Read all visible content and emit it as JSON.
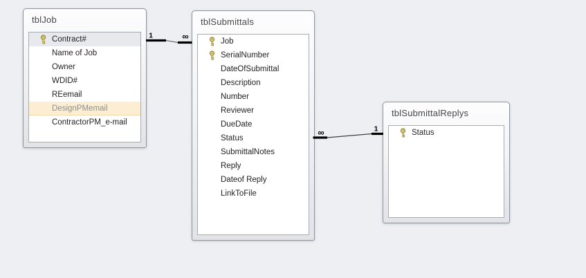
{
  "view": {
    "name": "Access Relationships view",
    "background_color": "#edeff3"
  },
  "colors": {
    "window_border": "#8d939d",
    "window_gradient_top": "#fdfdfe",
    "window_gradient_bottom": "#e1e3e7",
    "list_background": "#ffffff",
    "selected_row_gray": "#e7e9ec",
    "highlight_row_amber": "#fbeed2",
    "highlight_row_text": "#8e8e8e",
    "key_gold": "#f3e388",
    "relationship_line": "#000000"
  },
  "tables": [
    {
      "title": "tblJob",
      "fields": [
        {
          "name": "Contract#",
          "primary_key": true,
          "highlight": "selected-gray"
        },
        {
          "name": "Name of Job",
          "primary_key": false,
          "highlight": "none"
        },
        {
          "name": "Owner",
          "primary_key": false,
          "highlight": "none"
        },
        {
          "name": "WDID#",
          "primary_key": false,
          "highlight": "none"
        },
        {
          "name": "REemail",
          "primary_key": false,
          "highlight": "none"
        },
        {
          "name": "DesignPMemail",
          "primary_key": false,
          "highlight": "amber"
        },
        {
          "name": "ContractorPM_e-mail",
          "primary_key": false,
          "highlight": "none"
        }
      ]
    },
    {
      "title": "tblSubmittals",
      "fields": [
        {
          "name": "Job",
          "primary_key": true,
          "highlight": "none"
        },
        {
          "name": "SerialNumber",
          "primary_key": true,
          "highlight": "none"
        },
        {
          "name": "DateOfSubmittal",
          "primary_key": false,
          "highlight": "none"
        },
        {
          "name": "Description",
          "primary_key": false,
          "highlight": "none"
        },
        {
          "name": "Number",
          "primary_key": false,
          "highlight": "none"
        },
        {
          "name": "Reviewer",
          "primary_key": false,
          "highlight": "none"
        },
        {
          "name": "DueDate",
          "primary_key": false,
          "highlight": "none"
        },
        {
          "name": "Status",
          "primary_key": false,
          "highlight": "none"
        },
        {
          "name": "SubmittalNotes",
          "primary_key": false,
          "highlight": "none"
        },
        {
          "name": "Reply",
          "primary_key": false,
          "highlight": "none"
        },
        {
          "name": "Dateof Reply",
          "primary_key": false,
          "highlight": "none"
        },
        {
          "name": "LinkToFile",
          "primary_key": false,
          "highlight": "none"
        }
      ]
    },
    {
      "title": "tblSubmittalReplys",
      "fields": [
        {
          "name": "Status",
          "primary_key": true,
          "highlight": "none"
        }
      ]
    }
  ],
  "relationships": [
    {
      "from_table": "tblJob",
      "from_label": "1",
      "to_table": "tblSubmittals",
      "to_label": "∞",
      "type": "one-to-many"
    },
    {
      "from_table": "tblSubmittals",
      "from_label": "∞",
      "to_table": "tblSubmittalReplys",
      "to_label": "1",
      "type": "many-to-one"
    }
  ]
}
